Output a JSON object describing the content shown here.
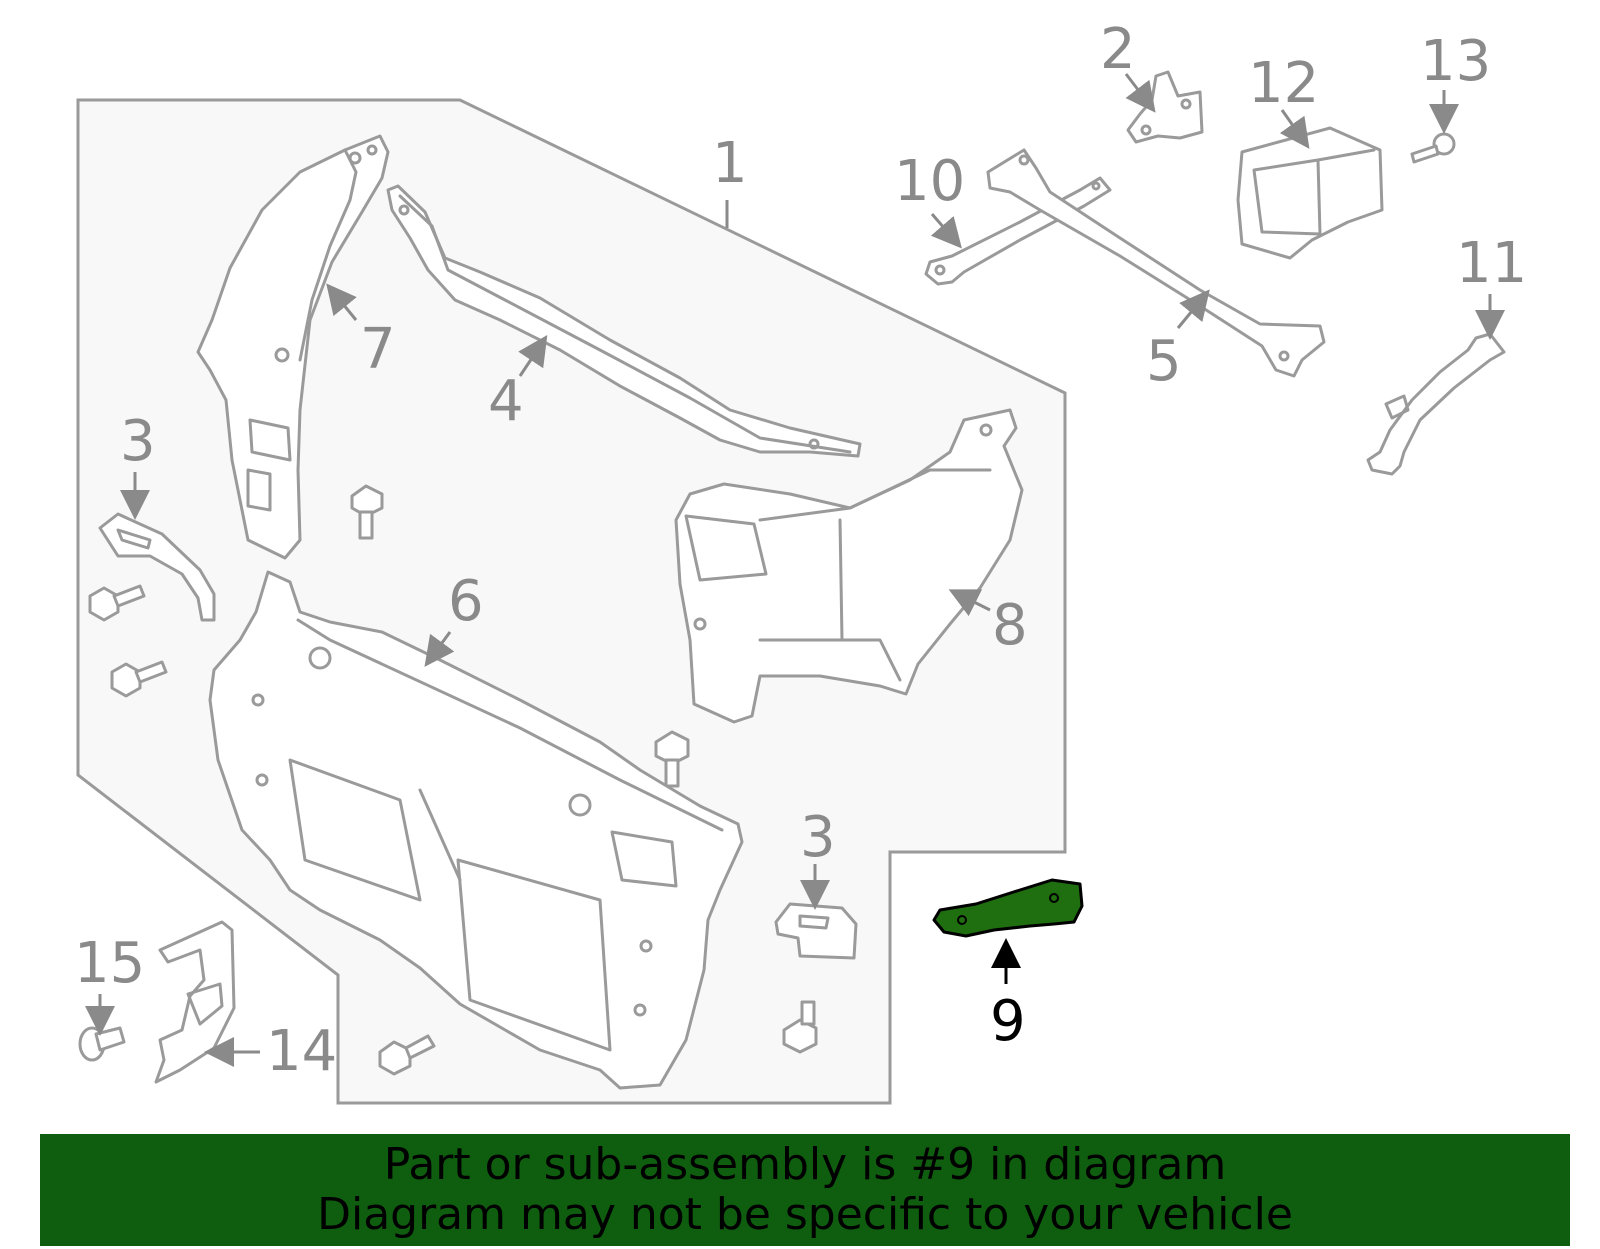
{
  "colors": {
    "highlight": "#1f6e10",
    "banner_bg": "#0f5e0f",
    "outline": "#9a9a9a",
    "panel_bg": "#f8f8f8"
  },
  "callouts": [
    {
      "id": "1",
      "label": "1"
    },
    {
      "id": "2",
      "label": "2"
    },
    {
      "id": "3a",
      "label": "3"
    },
    {
      "id": "3b",
      "label": "3"
    },
    {
      "id": "4",
      "label": "4"
    },
    {
      "id": "5",
      "label": "5"
    },
    {
      "id": "6",
      "label": "6"
    },
    {
      "id": "7",
      "label": "7"
    },
    {
      "id": "8",
      "label": "8"
    },
    {
      "id": "9",
      "label": "9"
    },
    {
      "id": "10",
      "label": "10"
    },
    {
      "id": "11",
      "label": "11"
    },
    {
      "id": "12",
      "label": "12"
    },
    {
      "id": "13",
      "label": "13"
    },
    {
      "id": "14",
      "label": "14"
    },
    {
      "id": "15",
      "label": "15"
    }
  ],
  "highlighted_part": "9",
  "banner": {
    "line1": "Part or sub-assembly is #9 in diagram",
    "line2": "Diagram may not be specific to your vehicle"
  }
}
